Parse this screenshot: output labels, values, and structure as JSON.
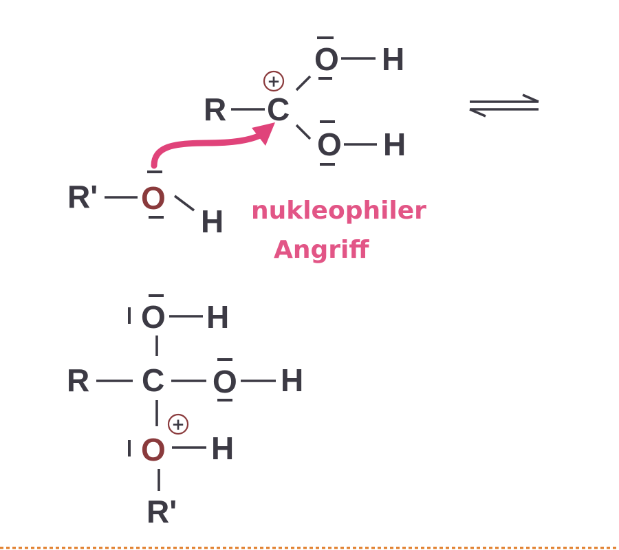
{
  "atoms": {
    "r": "R",
    "r_prime": "R'",
    "c": "C",
    "o": "O",
    "h": "H",
    "charge": "+"
  },
  "annotation": {
    "line1": "nukleophiler",
    "line2": "Angriff"
  },
  "colors": {
    "atom": "#3c3a44",
    "oxygen_nucleophile": "#8a3a3c",
    "arrow": "#e0437a",
    "annotation": "#e25586",
    "divider": "#e07b25"
  }
}
